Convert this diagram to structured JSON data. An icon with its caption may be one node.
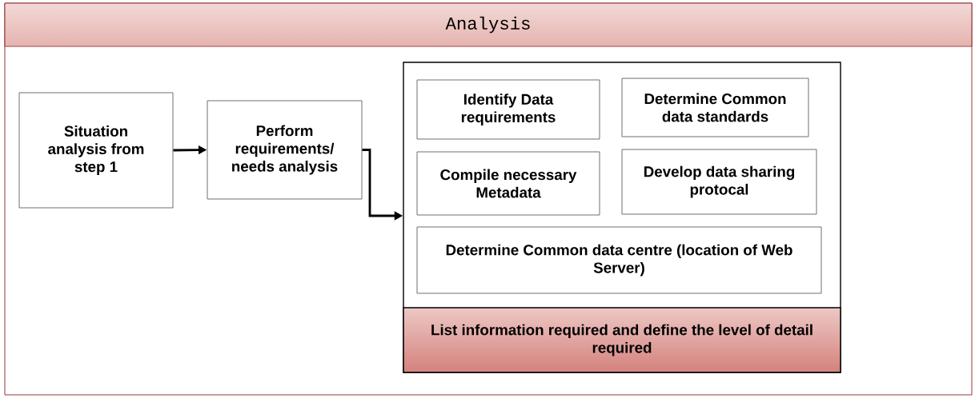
{
  "diagram": {
    "nodes": [
      {
        "text": [
          "Analysis"
        ]
      },
      {
        "text": [
          "Situation analysis from step 1"
        ],
        "in": 0
      },
      {
        "text": [
          "Perform requirements/ needs analysis"
        ],
        "in": 0
      },
      {
        "text": [],
        "shape": "box",
        "in": 0
      },
      {
        "text": [
          "Identify Data requirements"
        ],
        "in": 3
      },
      {
        "text": [
          "Determine Common data standards"
        ],
        "in": 3
      },
      {
        "text": [
          "Compile necessary Metadata"
        ],
        "in": 3
      },
      {
        "text": [
          "Develop data sharing protocal"
        ],
        "in": 3
      },
      {
        "text": [
          "Determine Common data centre (location of Web Server)"
        ],
        "in": 3
      },
      {
        "text": [
          "List information required and define the level of detail required"
        ],
        "in": 3
      }
    ],
    "edges": [
      {
        "from": 1,
        "to": 2,
        "arrow": "to"
      },
      {
        "from": 2,
        "to": 3,
        "arrow": "to"
      }
    ]
  }
}
